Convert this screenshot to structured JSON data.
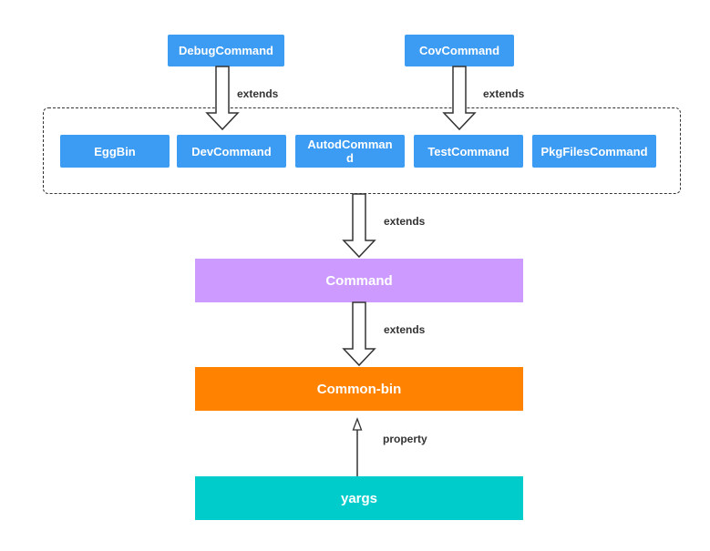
{
  "top": {
    "debug": "DebugCommand",
    "cov": "CovCommand"
  },
  "group": {
    "items": [
      "EggBin",
      "DevCommand",
      "AutodCommand",
      "TestCommand",
      "PkgFilesCommand"
    ]
  },
  "layers": {
    "command": "Command",
    "common_bin": "Common-bin",
    "yargs": "yargs"
  },
  "labels": {
    "extends_debug": "extends",
    "extends_cov": "extends",
    "extends_group": "extends",
    "extends_command": "extends",
    "property": "property"
  },
  "colors": {
    "blue": "#3c9bf2",
    "purple": "#cd9bff",
    "orange": "#ff8200",
    "teal": "#00cccc"
  }
}
